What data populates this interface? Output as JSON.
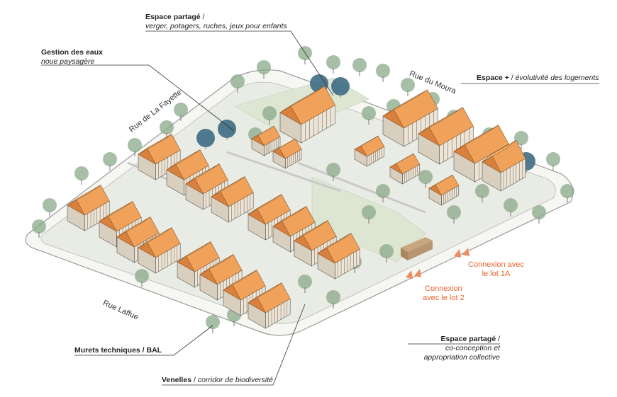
{
  "annotations": {
    "espace_partage_top": {
      "bold": "Espace partagé",
      "sep": " /",
      "italic": "verger, potagers, ruches, jeux pour enfants"
    },
    "gestion_eaux": {
      "bold": "Gestion des eaux",
      "italic": "noue paysagère"
    },
    "espace_plus": {
      "bold": "Espace +",
      "sep": " / ",
      "italic": "évolutivité des logements"
    },
    "murets": {
      "bold": "Murets techniques / BAL"
    },
    "venelles": {
      "bold": "Venelles",
      "sep": " / ",
      "italic": "corridor de biodiversité"
    },
    "espace_partage_bottom": {
      "bold": "Espace partagé",
      "sep": " /",
      "italic1": "co-conception et",
      "italic2": "appropriation collective"
    }
  },
  "connections": {
    "lot1a": {
      "line1": "Connexion avec",
      "line2": "le lot 1A"
    },
    "lot2": {
      "line1": "Connexion",
      "line2": "avec le lot 2"
    }
  },
  "streets": {
    "la_fayette": "Rue de La Fayette",
    "moura": "Rue du Moura",
    "laffue": "Rue Laffue"
  },
  "colors": {
    "roof": "#f0a25a",
    "roof_dark": "#d9803c",
    "tree": "#8aa88a",
    "tree_blue": "#3d6b84",
    "ground": "#e9ece4",
    "connection": "#e8622c"
  }
}
